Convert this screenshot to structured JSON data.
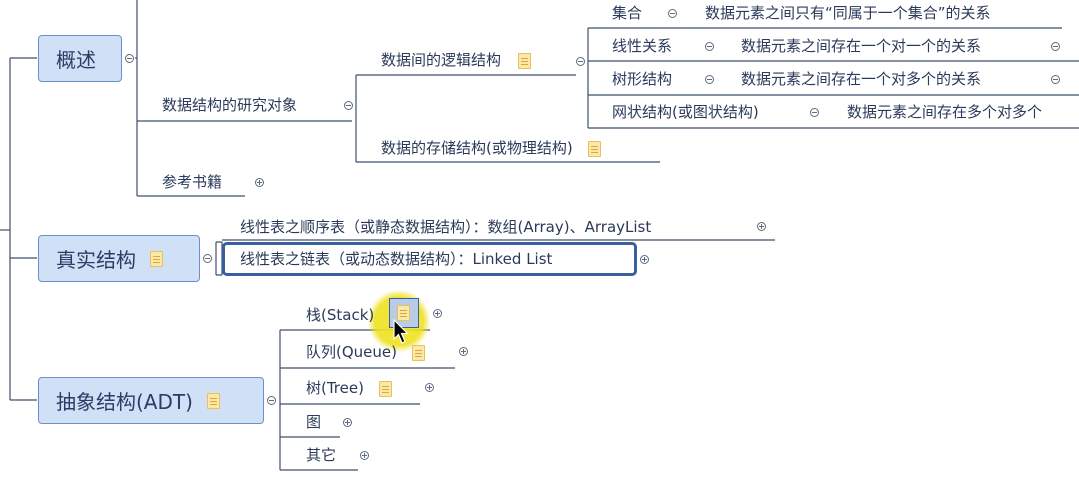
{
  "mindmap": {
    "overview": {
      "label": "概述",
      "research_object": {
        "label": "数据结构的研究对象",
        "logical": {
          "label": "数据间的逻辑结构",
          "items": [
            {
              "label": "集合",
              "desc": "数据元素之间只有“同属于一个集合”的关系"
            },
            {
              "label": "线性关系",
              "desc": "数据元素之间存在一个对一个的关系"
            },
            {
              "label": "树形结构",
              "desc": "数据元素之间存在一个对多个的关系"
            },
            {
              "label": "网状结构(或图状结构)",
              "desc": "数据元素之间存在多个对多个"
            }
          ]
        },
        "storage": {
          "label": "数据的存储结构(或物理结构)"
        }
      },
      "books": {
        "label": "参考书籍"
      }
    },
    "real": {
      "label": "真实结构",
      "items": [
        {
          "label": "线性表之顺序表（或静态数据结构）：数组(Array)、ArrayList"
        },
        {
          "label": "线性表之链表（或动态数据结构）：Linked List"
        }
      ]
    },
    "adt": {
      "label": "抽象结构(ADT)",
      "items": [
        {
          "label": "栈(Stack)"
        },
        {
          "label": "队列(Queue)"
        },
        {
          "label": "树(Tree)"
        },
        {
          "label": "图"
        },
        {
          "label": "其它"
        }
      ]
    }
  },
  "colors": {
    "line": "#3f4f6e",
    "node_fill": "#cfe0f7",
    "selection": "#3a5f9e",
    "highlight": "#f2e628"
  }
}
